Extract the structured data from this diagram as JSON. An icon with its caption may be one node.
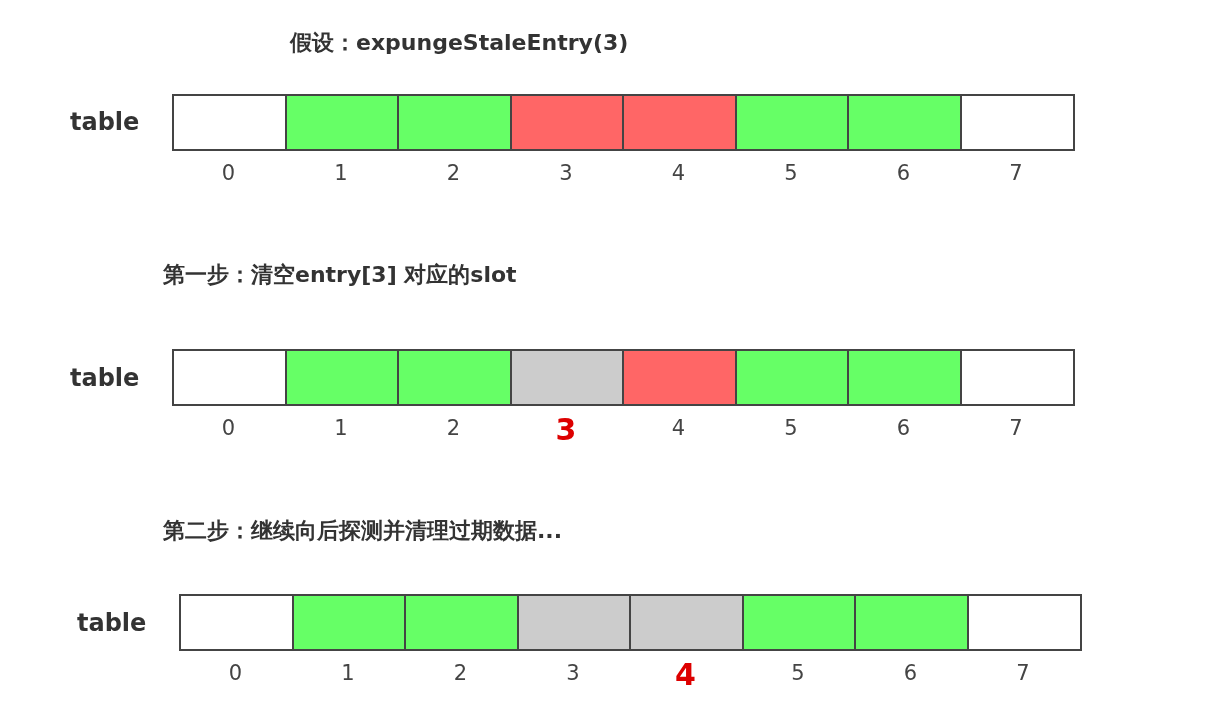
{
  "diagram": {
    "nodes": [
      {
        "text": [],
        "shape": "box",
        "beside": [
          "0"
        ]
      },
      {
        "text": [],
        "shape": "box",
        "beside": [
          "1"
        ]
      },
      {
        "text": [],
        "shape": "box",
        "beside": [
          "2"
        ]
      },
      {
        "text": [],
        "shape": "box",
        "beside": [
          "3"
        ]
      },
      {
        "text": [],
        "shape": "box",
        "beside": [
          "4"
        ]
      },
      {
        "text": [],
        "shape": "box",
        "beside": [
          "5"
        ]
      },
      {
        "text": [],
        "shape": "box",
        "beside": [
          "6"
        ]
      },
      {
        "text": [],
        "shape": "box",
        "beside": [
          "7"
        ]
      },
      {
        "text": [],
        "shape": "box",
        "beside": [
          "0"
        ]
      },
      {
        "text": [],
        "shape": "box",
        "beside": [
          "1"
        ]
      },
      {
        "text": [],
        "shape": "box",
        "beside": [
          "2"
        ]
      },
      {
        "text": [],
        "shape": "box",
        "beside": [
          "3"
        ]
      },
      {
        "text": [],
        "shape": "box",
        "beside": [
          "4"
        ]
      },
      {
        "text": [],
        "shape": "box",
        "beside": [
          "5"
        ]
      },
      {
        "text": [],
        "shape": "box",
        "beside": [
          "6"
        ]
      },
      {
        "text": [],
        "shape": "box",
        "beside": [
          "7"
        ]
      },
      {
        "text": [],
        "shape": "box",
        "beside": [
          "0"
        ]
      },
      {
        "text": [],
        "shape": "box",
        "beside": [
          "1"
        ]
      },
      {
        "text": [],
        "shape": "box",
        "beside": [
          "2"
        ]
      },
      {
        "text": [],
        "shape": "box",
        "beside": [
          "3"
        ]
      },
      {
        "text": [],
        "shape": "box",
        "beside": [
          "4"
        ]
      },
      {
        "text": [],
        "shape": "box",
        "beside": [
          "5"
        ]
      },
      {
        "text": [],
        "shape": "box",
        "beside": [
          "6"
        ]
      },
      {
        "text": [],
        "shape": "box",
        "beside": [
          "7"
        ]
      }
    ],
    "labels": [
      "假设：expungeStaleEntry(3)",
      "table",
      "第一步：清空entry[3] 对应的slot",
      "table",
      "第二步：继续向后探测并清理过期数据...",
      "table"
    ]
  }
}
